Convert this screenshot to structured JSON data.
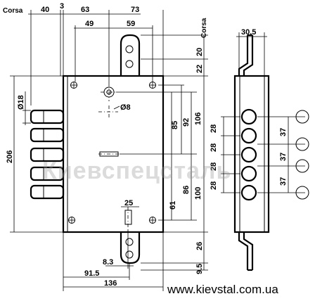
{
  "labels": {
    "brand_left": "Corsa",
    "brand_right": "Corsa"
  },
  "dims": {
    "d40": "40",
    "d3": "3",
    "d63": "63",
    "d73": "73",
    "d49": "49",
    "d59": "59",
    "d20": "20",
    "d22": "22",
    "d18": "Ø18",
    "d8": "Ø8",
    "d206": "206",
    "d85": "85",
    "d92": "92",
    "d106": "106",
    "d86": "86",
    "d100": "100",
    "d25": "25",
    "d61": "61",
    "d8_3": "8.3",
    "d26": "26",
    "d9_5": "9.5",
    "d91_5": "91.5",
    "d136": "136",
    "d30_5": "30.5",
    "s28a": "28",
    "s28b": "28",
    "s28c": "28",
    "s28d": "28",
    "s37a": "37",
    "s37b": "37",
    "s37c": "37"
  },
  "watermark": "Киевспецсталь",
  "website": "www.kievstal.com.ua"
}
